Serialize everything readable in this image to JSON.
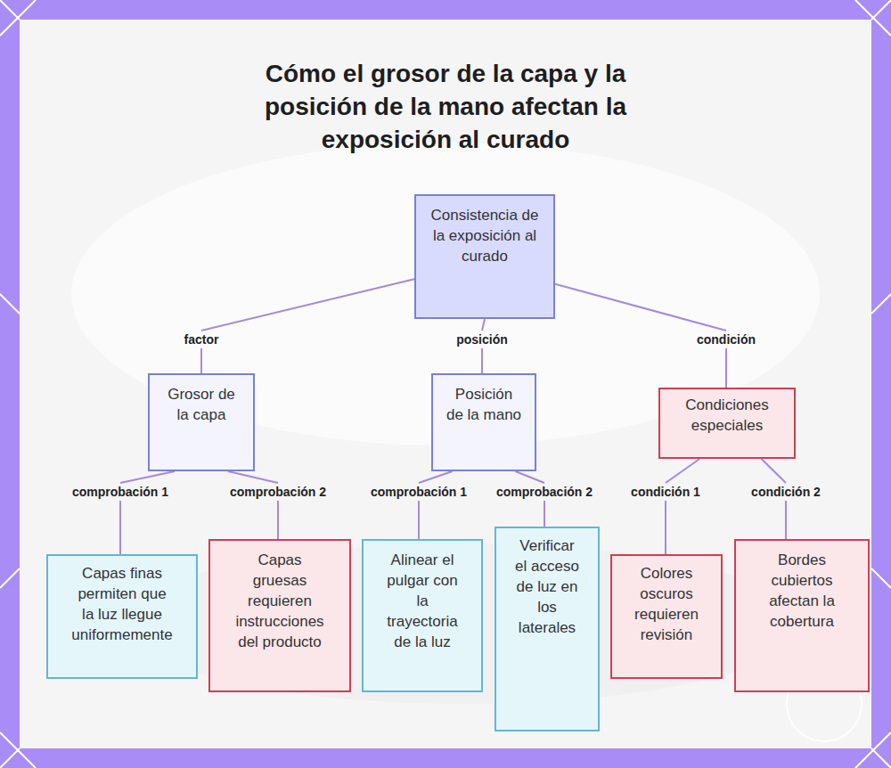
{
  "diagram": {
    "title": "Cómo el grosor de la capa y la posición de la mano afectan la exposición al curado",
    "nodes": [
      {
        "text": [
          "Consistencia de la exposición al curado"
        ]
      },
      {
        "text": [
          "Grosor de la capa"
        ]
      },
      {
        "text": [
          "Posición de la mano"
        ]
      },
      {
        "text": [
          "Condiciones especiales"
        ]
      },
      {
        "text": [
          "Capas finas permiten que la luz llegue uniformemente"
        ]
      },
      {
        "text": [
          "Capas gruesas requieren instrucciones del producto"
        ]
      },
      {
        "text": [
          "Alinear el pulgar con la trayectoria de la luz"
        ]
      },
      {
        "text": [
          "Verificar el acceso de luz en los laterales"
        ]
      },
      {
        "text": [
          "Colores oscuros requieren revisión"
        ]
      },
      {
        "text": [
          "Bordes cubiertos afectan la cobertura"
        ]
      }
    ],
    "edges": [
      {
        "from": 0,
        "to": 1,
        "label": "factor",
        "arrow": "none"
      },
      {
        "from": 0,
        "to": 2,
        "label": "posición",
        "arrow": "none"
      },
      {
        "from": 0,
        "to": 3,
        "label": "condición",
        "arrow": "none"
      },
      {
        "from": 1,
        "to": 4,
        "label": "comprobación 1",
        "arrow": "none"
      },
      {
        "from": 1,
        "to": 5,
        "label": "comprobación 2",
        "arrow": "none"
      },
      {
        "from": 2,
        "to": 6,
        "label": "comprobación 1",
        "arrow": "none"
      },
      {
        "from": 2,
        "to": 7,
        "label": "comprobación 2",
        "arrow": "none"
      },
      {
        "from": 3,
        "to": 8,
        "label": "condición 1",
        "arrow": "none"
      },
      {
        "from": 3,
        "to": 9,
        "label": "condición 2",
        "arrow": "none"
      }
    ]
  }
}
